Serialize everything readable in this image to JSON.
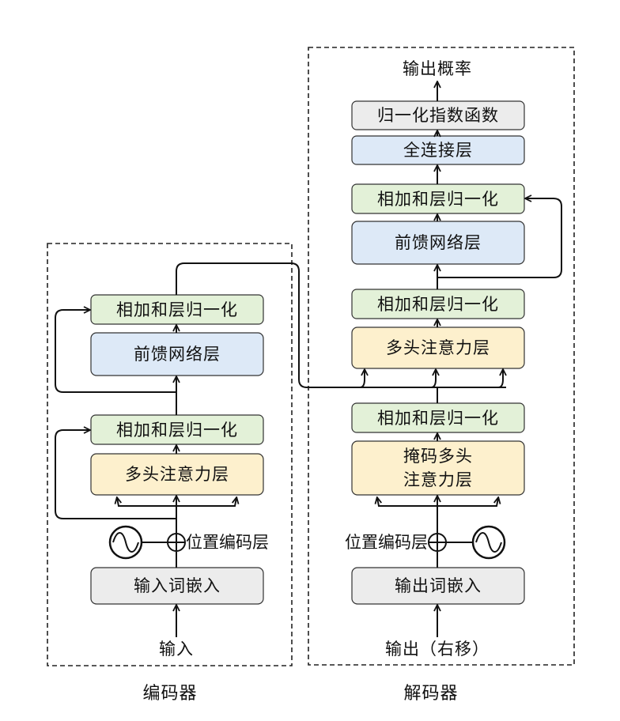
{
  "encoder": {
    "caption": "编码器",
    "input_label": "输入",
    "embedding": "输入词嵌入",
    "positional": "位置编码层",
    "attention": "多头注意力层",
    "addnorm1": "相加和层归一化",
    "ffn": "前馈网络层",
    "addnorm2": "相加和层归一化"
  },
  "decoder": {
    "caption": "解码器",
    "input_label": "输出（右移）",
    "embedding": "输出词嵌入",
    "positional": "位置编码层",
    "masked_attention": "掩码多头\n注意力层",
    "addnorm1": "相加和层归一化",
    "cross_attention": "多头注意力层",
    "addnorm2": "相加和层归一化",
    "ffn": "前馈网络层",
    "addnorm3": "相加和层归一化",
    "linear": "全连接层",
    "softmax": "归一化指数函数",
    "output_label": "输出概率"
  },
  "colors": {
    "addnorm": "#e3f1d8",
    "ffn": "#dde9f7",
    "attention": "#fdf0cd",
    "embedding": "#ececec"
  }
}
